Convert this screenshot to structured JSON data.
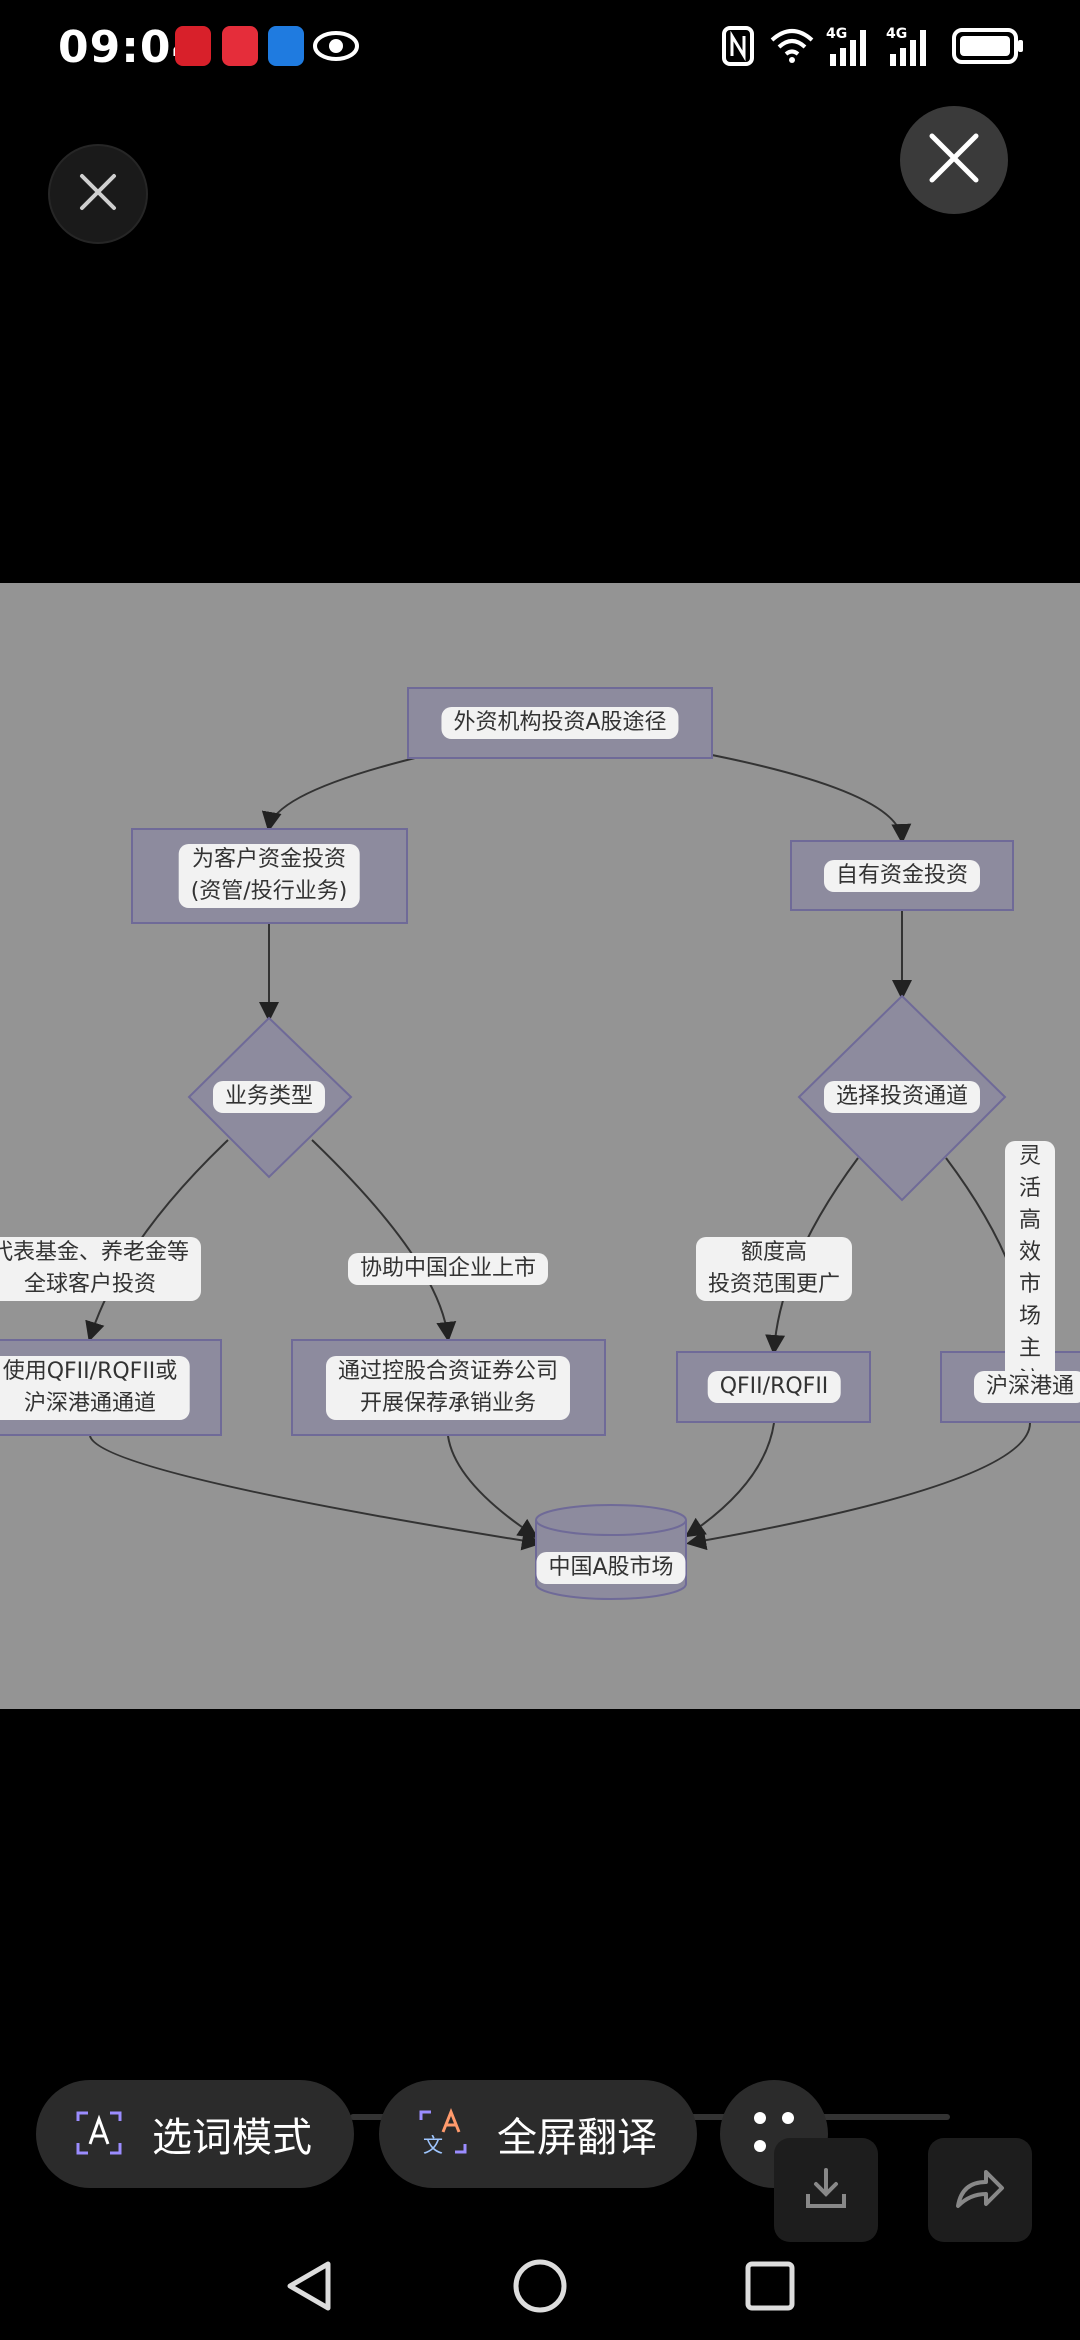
{
  "status_bar": {
    "time": "09:04"
  },
  "toolbar": {
    "select_word_label": "选词模式",
    "fullscreen_translate_label": "全屏翻译"
  },
  "diagram": {
    "root": "外资机构投资A股途径",
    "client_funds": "为客户资金投资\n(资管/投行业务)",
    "own_funds": "自有资金投资",
    "business_type": "业务类型",
    "choose_channel": "选择投资通道",
    "edge_clients": "代表基金、养老金等\n全球客户投资",
    "edge_ipo": "协助中国企业上市",
    "edge_quota": "额度高\n投资范围更广",
    "edge_flexible": "灵活高效\n市场主流",
    "use_qfii": "使用QFII/RQFII或\n沪深港通通道",
    "jv_securities": "通过控股合资证券公司\n开展保荐承销业务",
    "qfii": "QFII/RQFII",
    "stock_connect": "沪深港通",
    "market": "中国A股市场"
  }
}
